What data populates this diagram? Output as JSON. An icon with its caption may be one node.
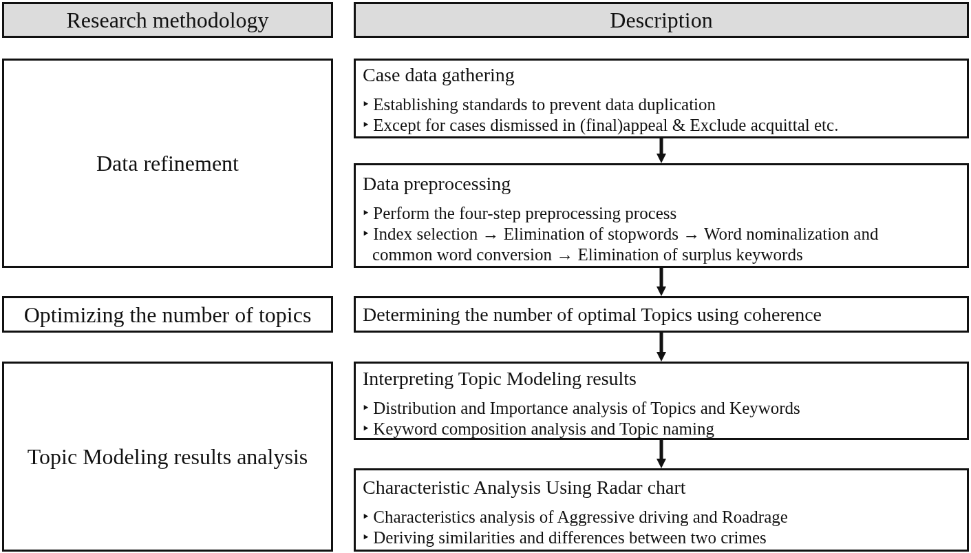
{
  "diagram": {
    "nodes": [
      {
        "text": [
          "Research methodology"
        ]
      },
      {
        "text": [
          "Description"
        ]
      },
      {
        "text": [
          "Data refinement"
        ]
      },
      {
        "text": [
          "Case data gathering",
          "‣ Establishing standards to prevent data duplication",
          "‣ Except for cases dismissed in (final)appeal & Exclude acquittal etc."
        ]
      },
      {
        "text": [
          "Data preprocessing",
          "‣ Perform the four-step preprocessing process",
          "‣ Index selection → Elimination of stopwords → Word nominalization and common word conversion → Elimination of surplus keywords"
        ]
      },
      {
        "text": [
          "Optimizing the number of topics"
        ]
      },
      {
        "text": [
          "Determining the number of optimal Topics using coherence"
        ]
      },
      {
        "text": [
          "Topic Modeling results analysis"
        ]
      },
      {
        "text": [
          "Interpreting Topic Modeling results",
          "‣ Distribution and Importance analysis of Topics and Keywords",
          "‣ Keyword composition analysis and Topic naming"
        ]
      },
      {
        "text": [
          "Characteristic Analysis Using Radar chart",
          "‣ Characteristics analysis of Aggressive driving and Roadrage",
          "‣ Deriving similarities and differences between two crimes"
        ]
      }
    ],
    "edges": [
      {
        "from": 3,
        "to": 4,
        "arrow": "to"
      },
      {
        "from": 4,
        "to": 6,
        "arrow": "to"
      },
      {
        "from": 6,
        "to": 8,
        "arrow": "to"
      },
      {
        "from": 8,
        "to": 9,
        "arrow": "to"
      }
    ]
  }
}
